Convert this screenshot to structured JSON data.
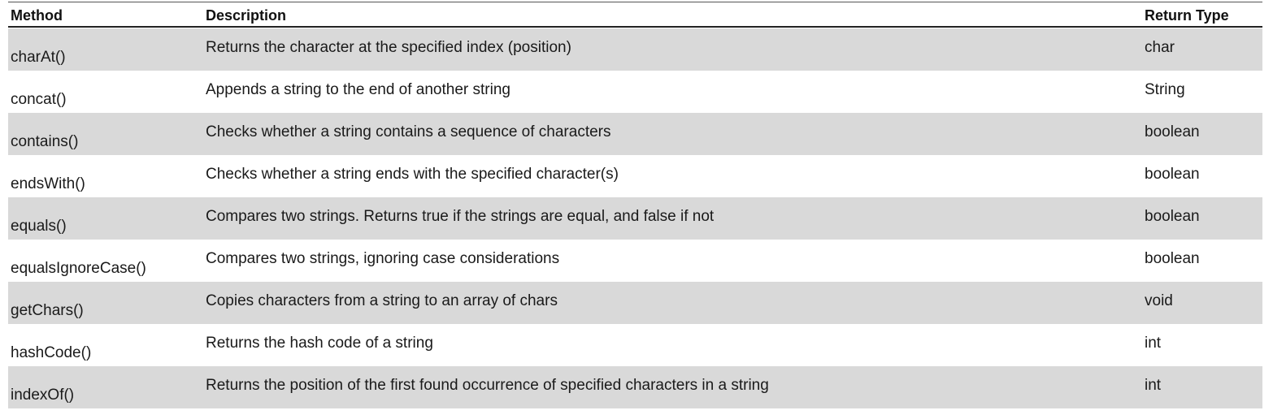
{
  "table": {
    "headers": {
      "method": "Method",
      "description": "Description",
      "return_type": "Return Type"
    },
    "rows": [
      {
        "method": "charAt()",
        "description": "Returns the character at the specified index (position)",
        "return_type": "char"
      },
      {
        "method": "concat()",
        "description": "Appends a string to the end of another string",
        "return_type": "String"
      },
      {
        "method": "contains()",
        "description": "Checks whether  a string contains a sequence of characters",
        "return_type": "boolean"
      },
      {
        "method": "endsWith()",
        "description": "Checks whether  a string ends with the specified character(s)",
        "return_type": "boolean"
      },
      {
        "method": "equals()",
        "description": "Compares two strings. Returns true if the strings are equal, and false if not",
        "return_type": "boolean"
      },
      {
        "method": "equalsIgnoreCase()",
        "description": "Compares two strings, ignoring case considerations",
        "return_type": "boolean"
      },
      {
        "method": "getChars()",
        "description": "Copies characters from a string to an array of chars",
        "return_type": "void"
      },
      {
        "method": "hashCode()",
        "description": "Returns the hash code of a string",
        "return_type": "int"
      },
      {
        "method": "indexOf()",
        "description": "Returns the position of the first found occurrence of specified characters in a string",
        "return_type": "int"
      }
    ]
  }
}
